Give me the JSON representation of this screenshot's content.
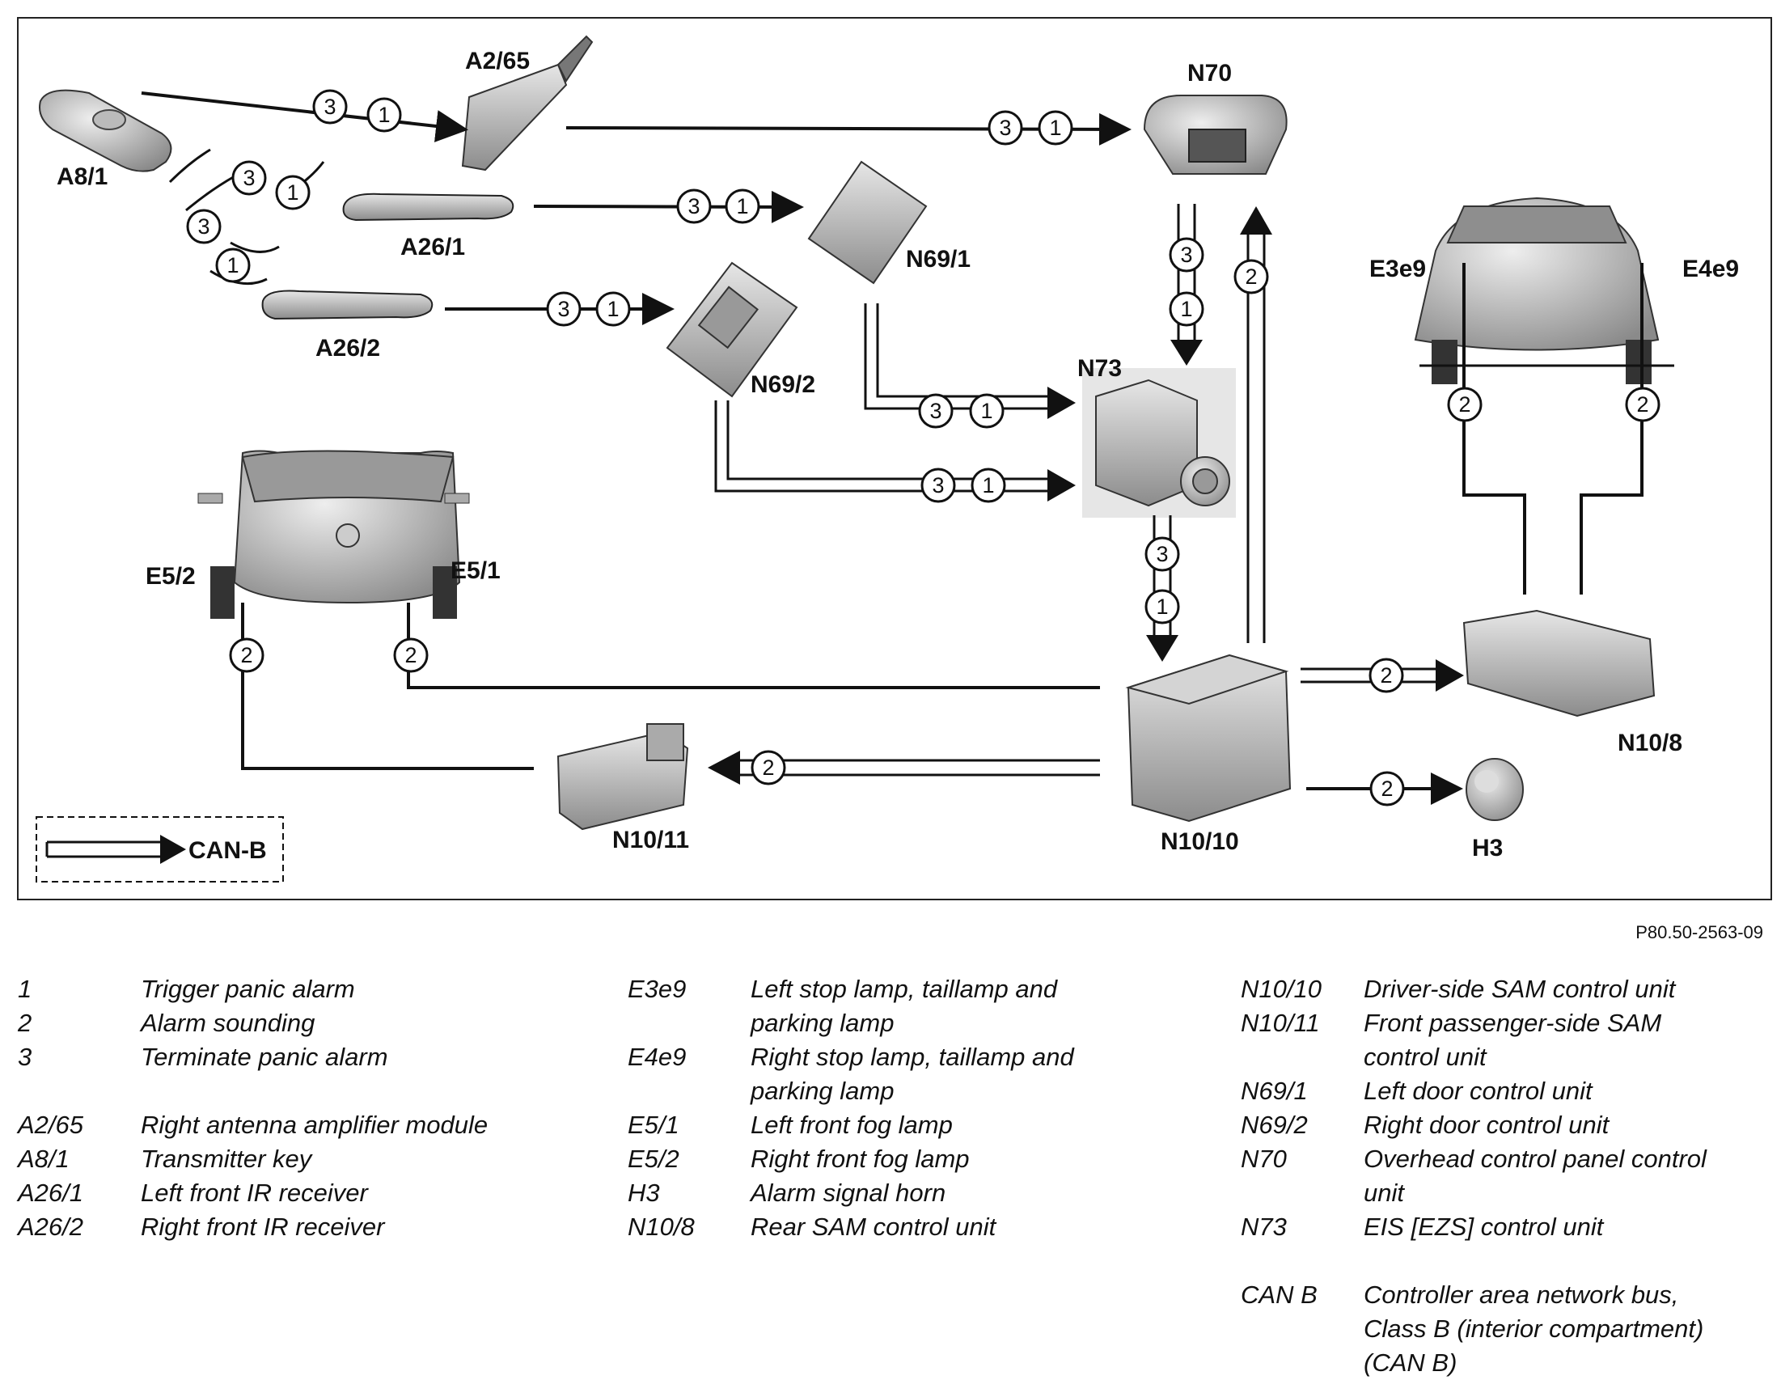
{
  "components": {
    "a8_1": "A8/1",
    "a2_65": "A2/65",
    "a26_1": "A26/1",
    "a26_2": "A26/2",
    "n69_1": "N69/1",
    "n69_2": "N69/2",
    "n70": "N70",
    "n73": "N73",
    "e3e9": "E3e9",
    "e4e9": "E4e9",
    "e5_2": "E5/2",
    "e5_1": "E5/1",
    "n10_8": "N10/8",
    "n10_10": "N10/10",
    "n10_11": "N10/11",
    "h3": "H3"
  },
  "signal_numbers": {
    "trigger": "1",
    "sounding": "2",
    "terminate": "3"
  },
  "can_legend_label": "CAN-B",
  "reference_code": "P80.50-2563-09",
  "legend": {
    "col1": [
      {
        "code": "1",
        "desc": "Trigger panic alarm"
      },
      {
        "code": "2",
        "desc": "Alarm sounding"
      },
      {
        "code": "3",
        "desc": "Terminate panic alarm"
      },
      {
        "code": "",
        "desc": ""
      },
      {
        "code": "A2/65",
        "desc": "Right antenna amplifier module"
      },
      {
        "code": "A8/1",
        "desc": "Transmitter key"
      },
      {
        "code": "A26/1",
        "desc": "Left front IR receiver"
      },
      {
        "code": "A26/2",
        "desc": "Right front IR receiver"
      }
    ],
    "col2": [
      {
        "code": "E3e9",
        "desc": "Left stop lamp, taillamp and\nparking lamp"
      },
      {
        "code": "E4e9",
        "desc": "Right stop lamp, taillamp and\nparking lamp"
      },
      {
        "code": "E5/1",
        "desc": "Left front fog lamp"
      },
      {
        "code": "E5/2",
        "desc": "Right front fog lamp"
      },
      {
        "code": "H3",
        "desc": "Alarm signal horn"
      },
      {
        "code": "N10/8",
        "desc": "Rear SAM control unit"
      }
    ],
    "col3": [
      {
        "code": "N10/10",
        "desc": "Driver-side SAM control unit"
      },
      {
        "code": "N10/11",
        "desc": "Front passenger-side SAM\ncontrol unit"
      },
      {
        "code": "N69/1",
        "desc": "Left door control unit"
      },
      {
        "code": "N69/2",
        "desc": "Right door control unit"
      },
      {
        "code": "N70",
        "desc": "Overhead control panel control\nunit"
      },
      {
        "code": "N73",
        "desc": "EIS [EZS] control unit"
      },
      {
        "code": "",
        "desc": ""
      },
      {
        "code": "CAN B",
        "desc": "Controller area network bus,\nClass B (interior compartment)\n(CAN B)"
      }
    ]
  }
}
